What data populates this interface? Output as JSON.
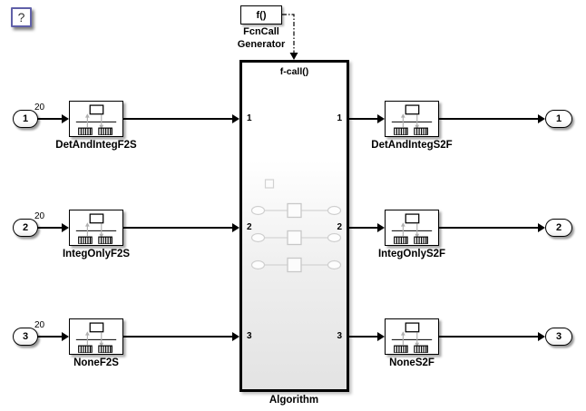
{
  "help_button": {
    "label": "?"
  },
  "fcncall_generator": {
    "block_text": "f()",
    "name_line1": "FcnCall",
    "name_line2": "Generator"
  },
  "algorithm_block": {
    "name": "Algorithm",
    "trigger_port_label": "f-call()",
    "left_port_numbers": [
      "1",
      "2",
      "3"
    ],
    "right_port_numbers": [
      "1",
      "2",
      "3"
    ]
  },
  "rows": [
    {
      "input_port": "1",
      "signal_width": "20",
      "input_converter": "DetAndIntegF2S",
      "output_converter": "DetAndIntegS2F",
      "output_port": "1"
    },
    {
      "input_port": "2",
      "signal_width": "20",
      "input_converter": "IntegOnlyF2S",
      "output_converter": "IntegOnlyS2F",
      "output_port": "2"
    },
    {
      "input_port": "3",
      "signal_width": "20",
      "input_converter": "NoneF2S",
      "output_converter": "NoneS2F",
      "output_port": "3"
    }
  ],
  "colors": {
    "wire": "#000000",
    "help_border": "#6060a8",
    "algo_grad": "#e3e3e3",
    "preview_stroke": "#d2d2d2",
    "icon_arrow": "#b0b0b0"
  }
}
